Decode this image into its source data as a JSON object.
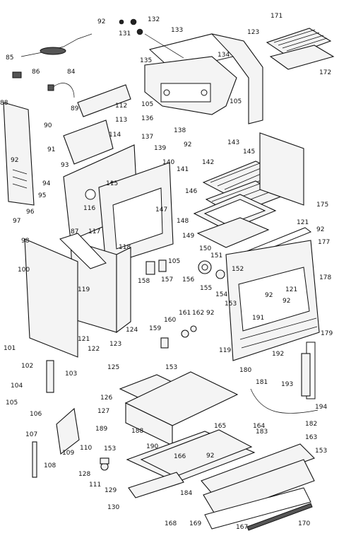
{
  "labels": {
    "l92a": "92",
    "l132": "132",
    "l131": "131",
    "l133": "133",
    "l123a": "123",
    "l171": "171",
    "l172": "172",
    "l85": "85",
    "l86": "86",
    "l84": "84",
    "l135": "135",
    "l134": "134",
    "l105a": "105",
    "l105b": "105",
    "l136": "136",
    "l138": "138",
    "l88": "88",
    "l89": "89",
    "l112": "112",
    "l113": "113",
    "l90": "90",
    "l114": "114",
    "l137": "137",
    "l139": "139",
    "l143": "143",
    "l145": "145",
    "l142": "142",
    "l92b": "92",
    "l91": "91",
    "l93": "93",
    "l140": "140",
    "l141": "141",
    "l115": "115",
    "l116": "116",
    "l94": "94",
    "l95": "95",
    "l96": "96",
    "l97": "97",
    "l98": "98",
    "l87": "87",
    "l117": "117",
    "l146": "146",
    "l147": "147",
    "l148": "148",
    "l175": "175",
    "l121a": "121",
    "l92c": "92",
    "l177": "177",
    "l118": "118",
    "l149": "149",
    "l150": "150",
    "l151": "151",
    "l105c": "105",
    "l178": "178",
    "l100": "100",
    "l119a": "119",
    "l158": "158",
    "l157": "157",
    "l156": "156",
    "l155": "155",
    "l154": "154",
    "l152": "152",
    "l153a": "153",
    "l92d": "92",
    "l121b": "121",
    "l92e": "92",
    "l191": "191",
    "l124": "124",
    "l159": "159",
    "l160": "160",
    "l161": "161",
    "l162": "162",
    "l92f": "92",
    "l179": "179",
    "l121c": "121",
    "l122": "122",
    "l123b": "123",
    "l101": "101",
    "l119b": "119",
    "l192": "192",
    "l102": "102",
    "l103": "103",
    "l125": "125",
    "l153b": "153",
    "l180": "180",
    "l181": "181",
    "l193": "193",
    "l104": "104",
    "l126": "126",
    "l105d": "105",
    "l106": "106",
    "l127": "127",
    "l194": "194",
    "l182": "182",
    "l189": "189",
    "l188": "188",
    "l165": "165",
    "l164": "164",
    "l183": "183",
    "l163": "163",
    "l107": "107",
    "l109": "109",
    "l110": "110",
    "l153c": "153",
    "l190": "190",
    "l166": "166",
    "l92g": "92",
    "l153d": "153",
    "l108": "108",
    "l128": "128",
    "l111": "111",
    "l129": "129",
    "l184": "184",
    "l130": "130",
    "l168": "168",
    "l169": "169",
    "l167": "167",
    "l170": "170"
  }
}
